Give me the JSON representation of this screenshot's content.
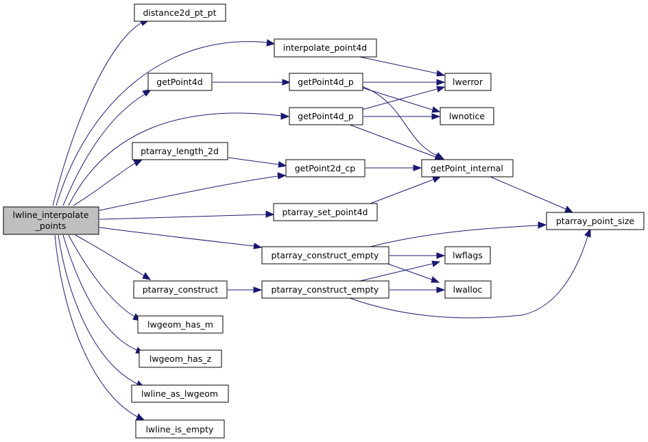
{
  "graph": {
    "nodes": {
      "root": {
        "lines": [
          "lwline_interpolate",
          "_points"
        ]
      },
      "distance2d": {
        "lines": [
          "distance2d_pt_pt"
        ]
      },
      "interpolate4d": {
        "lines": [
          "interpolate_point4d"
        ]
      },
      "getPoint4d": {
        "lines": [
          "getPoint4d"
        ]
      },
      "getPoint4d_p_a": {
        "lines": [
          "getPoint4d_p"
        ]
      },
      "getPoint4d_p_b": {
        "lines": [
          "getPoint4d_p"
        ]
      },
      "lwerror": {
        "lines": [
          "lwerror"
        ]
      },
      "lwnotice": {
        "lines": [
          "lwnotice"
        ]
      },
      "ptarray_length_2d": {
        "lines": [
          "ptarray_length_2d"
        ]
      },
      "getPoint2d_cp": {
        "lines": [
          "getPoint2d_cp"
        ]
      },
      "getPoint_internal": {
        "lines": [
          "getPoint_internal"
        ]
      },
      "ptarray_set_point4d": {
        "lines": [
          "ptarray_set_point4d"
        ]
      },
      "ptarray_point_size": {
        "lines": [
          "ptarray_point_size"
        ]
      },
      "ptarray_construct_empty_a": {
        "lines": [
          "ptarray_construct_empty"
        ]
      },
      "lwflags": {
        "lines": [
          "lwflags"
        ]
      },
      "lwalloc": {
        "lines": [
          "lwalloc"
        ]
      },
      "ptarray_construct": {
        "lines": [
          "ptarray_construct"
        ]
      },
      "ptarray_construct_empty_b": {
        "lines": [
          "ptarray_construct_empty"
        ]
      },
      "lwgeom_has_m": {
        "lines": [
          "lwgeom_has_m"
        ]
      },
      "lwgeom_has_z": {
        "lines": [
          "lwgeom_has_z"
        ]
      },
      "lwline_as_lwgeom": {
        "lines": [
          "lwline_as_lwgeom"
        ]
      },
      "lwline_is_empty": {
        "lines": [
          "lwline_is_empty"
        ]
      }
    },
    "edges": [
      [
        "root",
        "distance2d"
      ],
      [
        "root",
        "interpolate4d"
      ],
      [
        "root",
        "getPoint4d"
      ],
      [
        "root",
        "getPoint4d_p_b"
      ],
      [
        "root",
        "ptarray_length_2d"
      ],
      [
        "root",
        "getPoint2d_cp"
      ],
      [
        "root",
        "ptarray_set_point4d"
      ],
      [
        "root",
        "ptarray_construct_empty_a"
      ],
      [
        "root",
        "ptarray_construct"
      ],
      [
        "root",
        "lwgeom_has_m"
      ],
      [
        "root",
        "lwgeom_has_z"
      ],
      [
        "root",
        "lwline_as_lwgeom"
      ],
      [
        "root",
        "lwline_is_empty"
      ],
      [
        "interpolate4d",
        "lwerror"
      ],
      [
        "getPoint4d",
        "getPoint4d_p_a"
      ],
      [
        "getPoint4d_p_a",
        "lwerror"
      ],
      [
        "getPoint4d_p_a",
        "lwnotice"
      ],
      [
        "getPoint4d_p_a",
        "getPoint_internal"
      ],
      [
        "getPoint4d_p_b",
        "lwerror"
      ],
      [
        "getPoint4d_p_b",
        "lwnotice"
      ],
      [
        "getPoint4d_p_b",
        "getPoint_internal"
      ],
      [
        "ptarray_length_2d",
        "getPoint2d_cp"
      ],
      [
        "getPoint2d_cp",
        "getPoint_internal"
      ],
      [
        "ptarray_set_point4d",
        "getPoint_internal"
      ],
      [
        "getPoint_internal",
        "ptarray_point_size"
      ],
      [
        "ptarray_construct_empty_a",
        "ptarray_point_size"
      ],
      [
        "ptarray_construct_empty_a",
        "lwflags"
      ],
      [
        "ptarray_construct_empty_a",
        "lwalloc"
      ],
      [
        "ptarray_construct",
        "ptarray_construct_empty_b"
      ],
      [
        "ptarray_construct_empty_b",
        "lwflags"
      ],
      [
        "ptarray_construct_empty_b",
        "lwalloc"
      ],
      [
        "ptarray_construct_empty_b",
        "ptarray_point_size"
      ]
    ]
  }
}
